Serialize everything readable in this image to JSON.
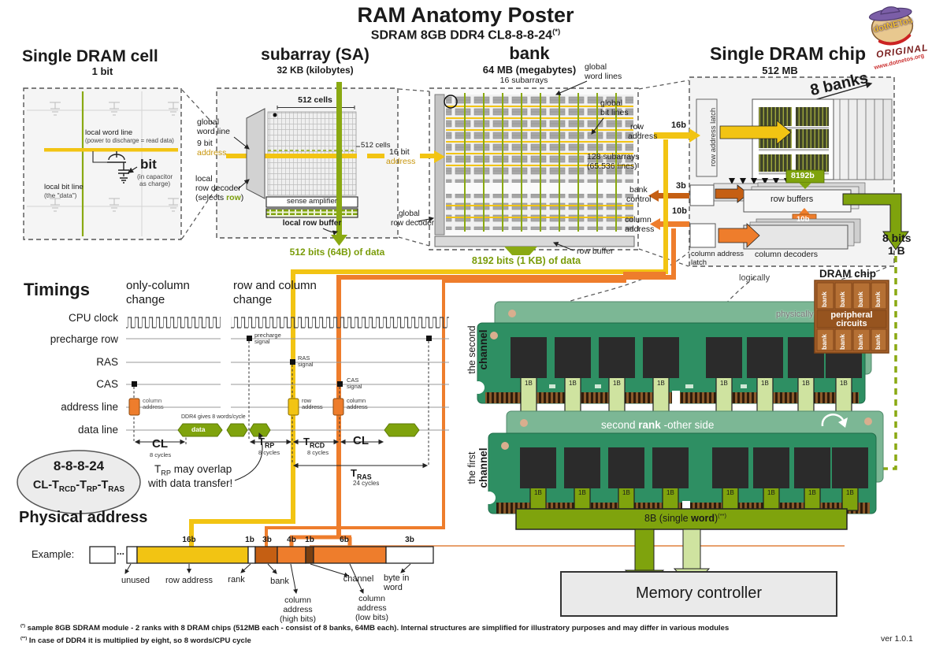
{
  "header": {
    "title": "RAM Anatomy Poster",
    "subtitle": "SDRAM 8GB DDR4 CL8-8-8-24",
    "sup": "(*)"
  },
  "logo": {
    "brand": "dotNETos",
    "original": "ORIGINAL",
    "url": "www.dotnetos.org"
  },
  "cell": {
    "title": "Single DRAM cell",
    "size": "1 bit",
    "word_line": "local word line",
    "word_line_sub": "(power to discharge = read data)",
    "bit": "bit",
    "bit_sub1": "(in capacitor",
    "bit_sub2": "as charge)",
    "bit_line": "local bit line",
    "bit_line_sub": "(the \"data\")"
  },
  "subarray": {
    "title": "subarray (SA)",
    "size": "32 KB (kilobytes)",
    "cells_top": "512 cells",
    "cells_right": "512 cells",
    "gwl1": "global",
    "gwl2": "word line",
    "bits": "9 bit",
    "address": "address",
    "dec1": "local",
    "dec2": "row decoder",
    "sel1": "(selects ",
    "sel_row": "row",
    "sel2": ")",
    "sense": "sense amplifier",
    "buffer": "local row buffer",
    "output": "512 bits (64B) of data"
  },
  "bank": {
    "title": "bank",
    "size": "64 MB (megabytes)",
    "subarrays": "16 subarrays",
    "gwl1": "global",
    "gwl2": "word lines",
    "gbl1": "global",
    "gbl2": "bit lines",
    "right1": "128 subarrays",
    "right2": "(65.536 lines)",
    "bits": "16 bit",
    "address": "address",
    "dec1": "global",
    "dec2": "row decoder",
    "buffer": "row buffer",
    "output": "8192 bits (1 KB) of data"
  },
  "chip": {
    "title": "Single DRAM chip",
    "size": "512 MB",
    "banks": "8 banks",
    "latch": "row address latch",
    "row_bits": "16b",
    "row1": "row",
    "row2": "address",
    "bank_bits": "3b",
    "bank1": "bank",
    "bank2": "control",
    "col_bits": "10b",
    "col1": "column",
    "col2": "address",
    "tag8192": "8192b",
    "buffers": "row buffers",
    "tag10": "10b",
    "latch2a": "column address",
    "latch2b": "latch",
    "decoders": "column decoders",
    "out_bits": "8 bits",
    "out_byte": "1 B"
  },
  "timings": {
    "title": "Timings",
    "col1a": "only-column",
    "col1b": "change",
    "col2a": "row and column",
    "col2b": "change",
    "rows": [
      "CPU clock",
      "precharge row",
      "RAS",
      "CAS",
      "address line",
      "data line"
    ],
    "pre1": "precharge",
    "pre2": "signal",
    "ras1": "RAS",
    "ras2": "signal",
    "cas1": "CAS",
    "cas2": "signal",
    "colad1": "column",
    "colad2": "address",
    "rowad1": "row",
    "rowad2": "address",
    "data": "data",
    "ddr4": "DDR4 gives 8 words/cycle",
    "cl": "CL",
    "cl_cy": "8 cycles",
    "t": "T",
    "rp": "RP",
    "rcd": "RCD",
    "ras_sub": "RAS",
    "rp_cy": "8 cycles",
    "rcd_cy": "8 cycles",
    "ras_cy": "24 cycles",
    "cl2": "CL",
    "ov1": " may overlap",
    "ov2": "with data transfer!"
  },
  "formula": {
    "numbers": "8-8-8-24",
    "p1": "CL-T",
    "s1": "RCD",
    "p2": "-T",
    "s2": "RP",
    "p3": "-T",
    "s3": "RAS"
  },
  "physical": {
    "title": "Physical address",
    "example": "Example:",
    "dots": "...",
    "bits": {
      "b16": "16b",
      "b1a": "1b",
      "b3a": "3b",
      "b4": "4b",
      "b1b": "1b",
      "b6": "6b",
      "b3b": "3b"
    },
    "labels": {
      "unused": "unused",
      "row": "row address",
      "rank": "rank",
      "bank": "bank",
      "ch1": "column",
      "ch2": "address",
      "ch3": "(high bits)",
      "channel": "channel",
      "cl1": "column",
      "cl2": "address",
      "cl3": "(low bits)",
      "by1": "byte in",
      "by2": "word"
    }
  },
  "modules": {
    "ch2a": "the second",
    "ch2b": "channel",
    "ch1a": "the first",
    "ch1b": "channel",
    "rank1": "second ",
    "rankb": "rank",
    "rank2": " -other side",
    "byte": "1B",
    "bus1": "8B (single ",
    "busb": "word",
    "bus2": ")",
    "bus_sup": "(**)",
    "logically": "logically",
    "physically": "physically",
    "inset_title": "DRAM chip",
    "bank_tab": "bank",
    "per1": "peripheral",
    "per2": "circuits",
    "controller": "Memory controller"
  },
  "footnotes": {
    "s1": "(*)",
    "f1": "sample 8GB SDRAM module - 2 ranks with 8 DRAM chips (512MB each - consist of 8 banks, 64MB each). Internal structures are simplified for illustratory purposes and may differ in various modules",
    "s2": "(**)",
    "f2": "In case of DDR4 it is multiplied by eight, so 8 words/CPU cycle",
    "ver": "ver 1.0.1"
  }
}
